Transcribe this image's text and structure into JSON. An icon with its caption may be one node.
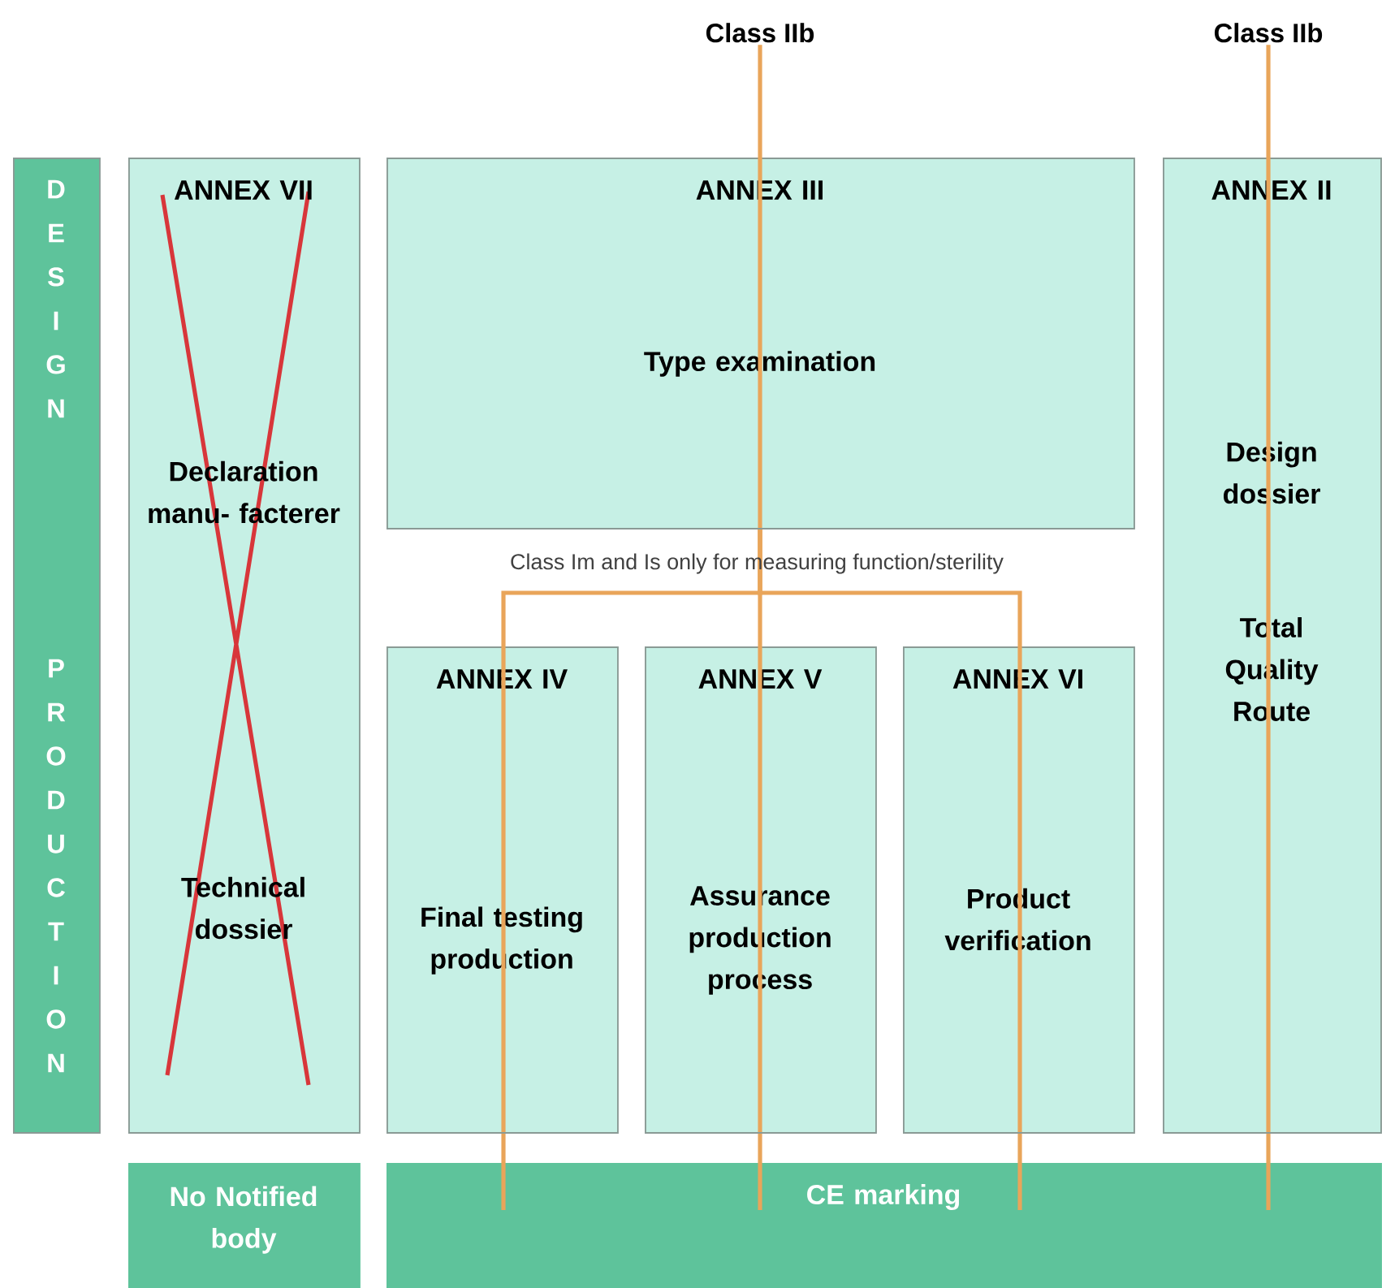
{
  "diagram": {
    "nodes": [
      {
        "text": [
          "DESIGN",
          "PRODUCTION"
        ]
      },
      {
        "text": [
          "ANNEX VII",
          "Declaration manu- facterer",
          "Technical dossier"
        ]
      },
      {
        "text": [
          "ANNEX III",
          "Type examination"
        ]
      },
      {
        "text": [
          "ANNEX II",
          "Design dossier",
          "Total Quality Route"
        ]
      },
      {
        "text": [
          "ANNEX IV",
          "Final testing production"
        ]
      },
      {
        "text": [
          "ANNEX V",
          "Assurance production process"
        ]
      },
      {
        "text": [
          "ANNEX VI",
          "Product verification"
        ]
      },
      {
        "text": [
          "No Notified body"
        ]
      },
      {
        "text": [
          "CE marking"
        ]
      },
      {
        "text": [
          "Class IIb"
        ]
      },
      {
        "text": [
          "Class IIb"
        ]
      }
    ],
    "edges": [
      {
        "from": 9,
        "to": 2,
        "arrow": "none"
      },
      {
        "from": 2,
        "to": 5,
        "arrow": "none"
      },
      {
        "from": 2,
        "to": 4,
        "arrow": "none"
      },
      {
        "from": 2,
        "to": 6,
        "arrow": "none"
      },
      {
        "from": 4,
        "to": 8,
        "arrow": "none"
      },
      {
        "from": 5,
        "to": 8,
        "arrow": "none"
      },
      {
        "from": 6,
        "to": 8,
        "arrow": "none"
      },
      {
        "from": 10,
        "to": 3,
        "arrow": "none"
      },
      {
        "from": 3,
        "to": 8,
        "arrow": "none"
      }
    ],
    "labels": [
      "Class Im and Is only for measuring function/sterility"
    ]
  }
}
